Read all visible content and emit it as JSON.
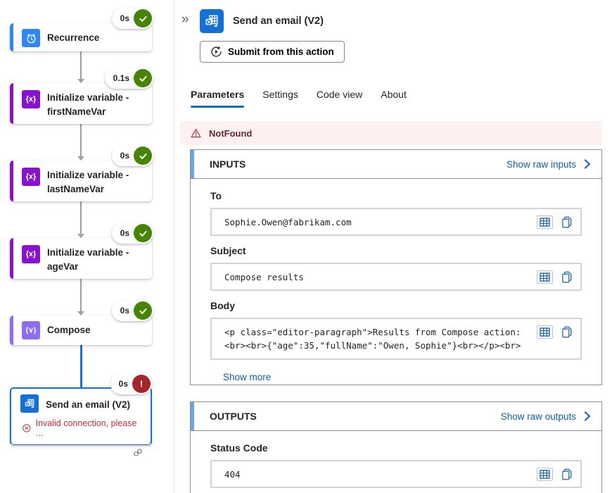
{
  "workflow": {
    "variable_icon_glyph": "{x}",
    "compose_icon_glyph": "{∨}",
    "nodes": [
      {
        "title": "Recurrence",
        "duration": "0s",
        "status": "success",
        "icon": "recurrence-clock-icon",
        "accent": "#2e87f5"
      },
      {
        "title": "Initialize variable - firstNameVar",
        "duration": "0.1s",
        "status": "success",
        "icon": "variable-icon",
        "accent": "#8912cc"
      },
      {
        "title": "Initialize variable - lastNameVar",
        "duration": "0s",
        "status": "success",
        "icon": "variable-icon",
        "accent": "#8912cc"
      },
      {
        "title": "Initialize variable - ageVar",
        "duration": "0s",
        "status": "success",
        "icon": "variable-icon",
        "accent": "#8912cc"
      },
      {
        "title": "Compose",
        "duration": "0s",
        "status": "success",
        "icon": "compose-icon",
        "accent": "#8f6df0"
      },
      {
        "title": "Send an email (V2)",
        "duration": "0s",
        "status": "error",
        "icon": "outlook-icon",
        "accent": "#1f6fd0",
        "error_message": "Invalid connection, please ..."
      }
    ]
  },
  "panel": {
    "collapse_icon": "»",
    "title": "Send an email (V2)",
    "submit_button": "Submit from this action",
    "tabs": [
      {
        "label": "Parameters",
        "active": true
      },
      {
        "label": "Settings",
        "active": false
      },
      {
        "label": "Code view",
        "active": false
      },
      {
        "label": "About",
        "active": false
      }
    ],
    "error_banner": {
      "text": "NotFound"
    },
    "inputs": {
      "heading": "INPUTS",
      "raw_link": "Show raw inputs",
      "fields": [
        {
          "label": "To",
          "value": "Sophie.Owen@fabrikam.com"
        },
        {
          "label": "Subject",
          "value": "Compose results"
        },
        {
          "label": "Body",
          "value": "<p class=\"editor-paragraph\">Results from Compose action: <br><br>{\"age\":35,\"fullName\":\"Owen, Sophie\"}<br></p><br>"
        }
      ],
      "show_more": "Show more"
    },
    "outputs": {
      "heading": "OUTPUTS",
      "raw_link": "Show raw outputs",
      "fields": [
        {
          "label": "Status Code",
          "value": "404"
        }
      ]
    }
  },
  "colors": {
    "success_green": "#458404",
    "error_red": "#a4262c",
    "selected_blue": "#1f6fd0",
    "tab_underline": "#0f6cbd",
    "link_blue": "#115ea3",
    "banner_bg": "#fcf0f1",
    "recurrence_blue": "#2e87f5",
    "variable_purple": "#8912cc",
    "compose_purple": "#8f6df0",
    "outlook_blue": "#1570d6"
  }
}
